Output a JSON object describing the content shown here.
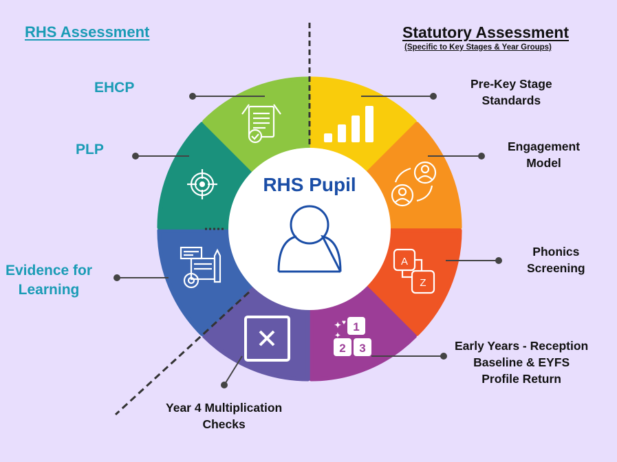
{
  "headers": {
    "left": "RHS Assessment",
    "right": "Statutory Assessment",
    "right_sub": "(Specific to Key Stages & Year Groups)"
  },
  "center": {
    "title": "RHS Pupil",
    "icon": "person-icon"
  },
  "segments": [
    {
      "id": "pre-key-stage",
      "label_lines": [
        "Pre-Key Stage",
        "Standards"
      ],
      "color": "#f9cc0c",
      "icon": "bar-chart-icon"
    },
    {
      "id": "engagement-model",
      "label_lines": [
        "Engagement",
        "Model"
      ],
      "color": "#f7921e",
      "icon": "people-exchange-icon"
    },
    {
      "id": "phonics",
      "label_lines": [
        "Phonics",
        "Screening"
      ],
      "color": "#ef5524",
      "icon": "a-z-cards-icon"
    },
    {
      "id": "early-years",
      "label_lines": [
        "Early Years - Reception",
        "Baseline & EYFS",
        "Profile Return"
      ],
      "color": "#9c3d97",
      "icon": "number-blocks-icon"
    },
    {
      "id": "multiplication",
      "label_lines": [
        "Year 4 Multiplication",
        "Checks"
      ],
      "color": "#6559a7",
      "icon": "multiply-icon"
    },
    {
      "id": "evidence",
      "label_lines": [
        "Evidence for",
        "Learning"
      ],
      "color": "#3d66b1",
      "icon": "planning-gear-icon"
    },
    {
      "id": "plp",
      "label_lines": [
        "PLP"
      ],
      "color": "#1a917c",
      "icon": "target-icon"
    },
    {
      "id": "ehcp",
      "label_lines": [
        "EHCP"
      ],
      "color": "#8dc641",
      "icon": "documents-check-icon"
    }
  ],
  "colors": {
    "background": "#e8defd",
    "rhs_label": "#1a9bb5",
    "center_text": "#1a4da6"
  }
}
